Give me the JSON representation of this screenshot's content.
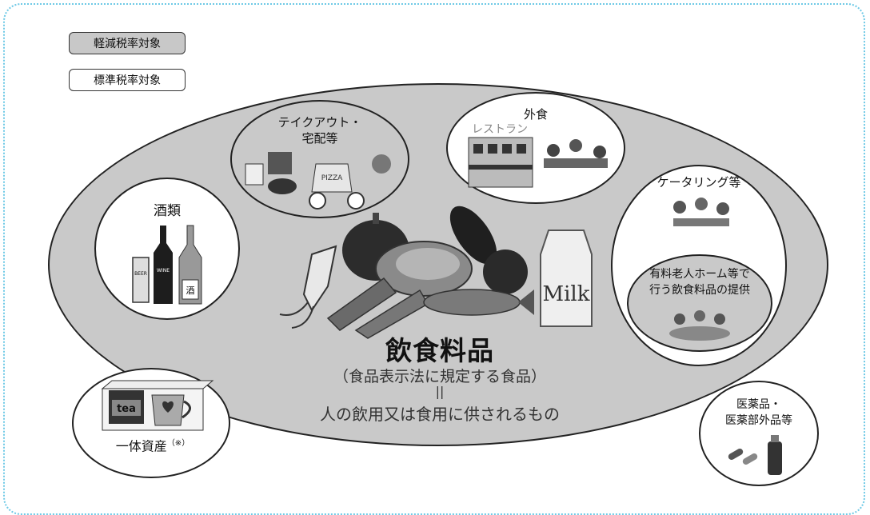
{
  "legend": {
    "reduced_rate": "軽減税率対象",
    "standard_rate": "標準税率対象"
  },
  "center": {
    "title": "飲食料品",
    "definition": "（食品表示法に規定する食品）",
    "equals": "||",
    "description": "人の飲用又は食用に供されるもの"
  },
  "categories": {
    "takeout": {
      "line1": "テイクアウト・",
      "line2": "宅配等"
    },
    "dining_out": {
      "label": "外食"
    },
    "catering": {
      "label": "ケータリング等"
    },
    "nursing_home": {
      "line1": "有料老人ホーム等で",
      "line2": "行う飲食料品の提供"
    },
    "alcohol": {
      "label": "酒類"
    },
    "integrated_assets": {
      "label": "一体資産",
      "note": "（※）"
    },
    "quasi_drugs": {
      "line1": "医薬品・",
      "line2": "医薬部外品等"
    }
  },
  "illustration_text": {
    "restaurant_sign": "レストラン",
    "milk": "Milk",
    "beer": "BEER",
    "wine": "WINE",
    "sake": "酒",
    "tea": "tea",
    "pizza": "PIZZA"
  },
  "colors": {
    "reduced_fill": "#c8c8c8",
    "standard_fill": "#ffffff",
    "frame_border": "#6ec9e6"
  }
}
